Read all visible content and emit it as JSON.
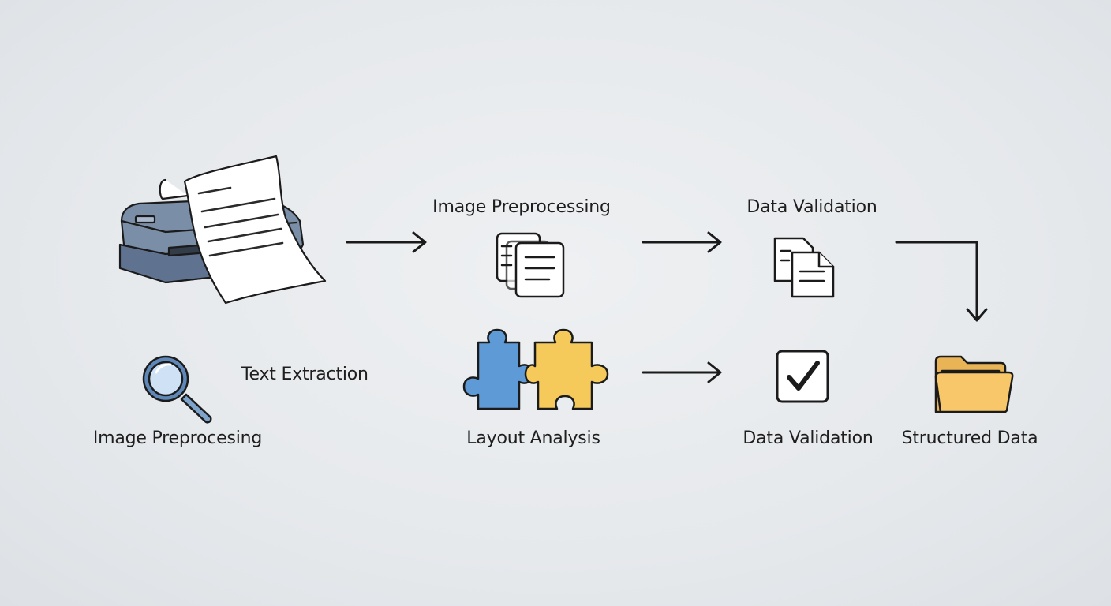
{
  "labels": {
    "image_preprocessing_top": "Image Preprocessing",
    "data_validation_top": "Data Validation",
    "text_extraction": "Text Extraction",
    "image_preprocessing_bottom": "Image Preprocesing",
    "layout_analysis": "Layout Analysis",
    "data_validation_bottom": "Data Validation",
    "structured_data": "Structured Data"
  },
  "icons": {
    "scanner": "printer-scanner-icon",
    "documents": "documents-icon",
    "copy_files": "copy-files-icon",
    "magnifier": "magnifier-icon",
    "puzzle": "puzzle-icon",
    "checkbox": "checkbox-icon",
    "folder": "folder-icon"
  },
  "colors": {
    "background": "#e6e9ec",
    "scanner_body": "#7b8ea8",
    "puzzle_blue": "#5e9ad6",
    "puzzle_yellow": "#f5c95a",
    "folder": "#f7c76a",
    "magnifier_glass": "#bcd6ef"
  }
}
